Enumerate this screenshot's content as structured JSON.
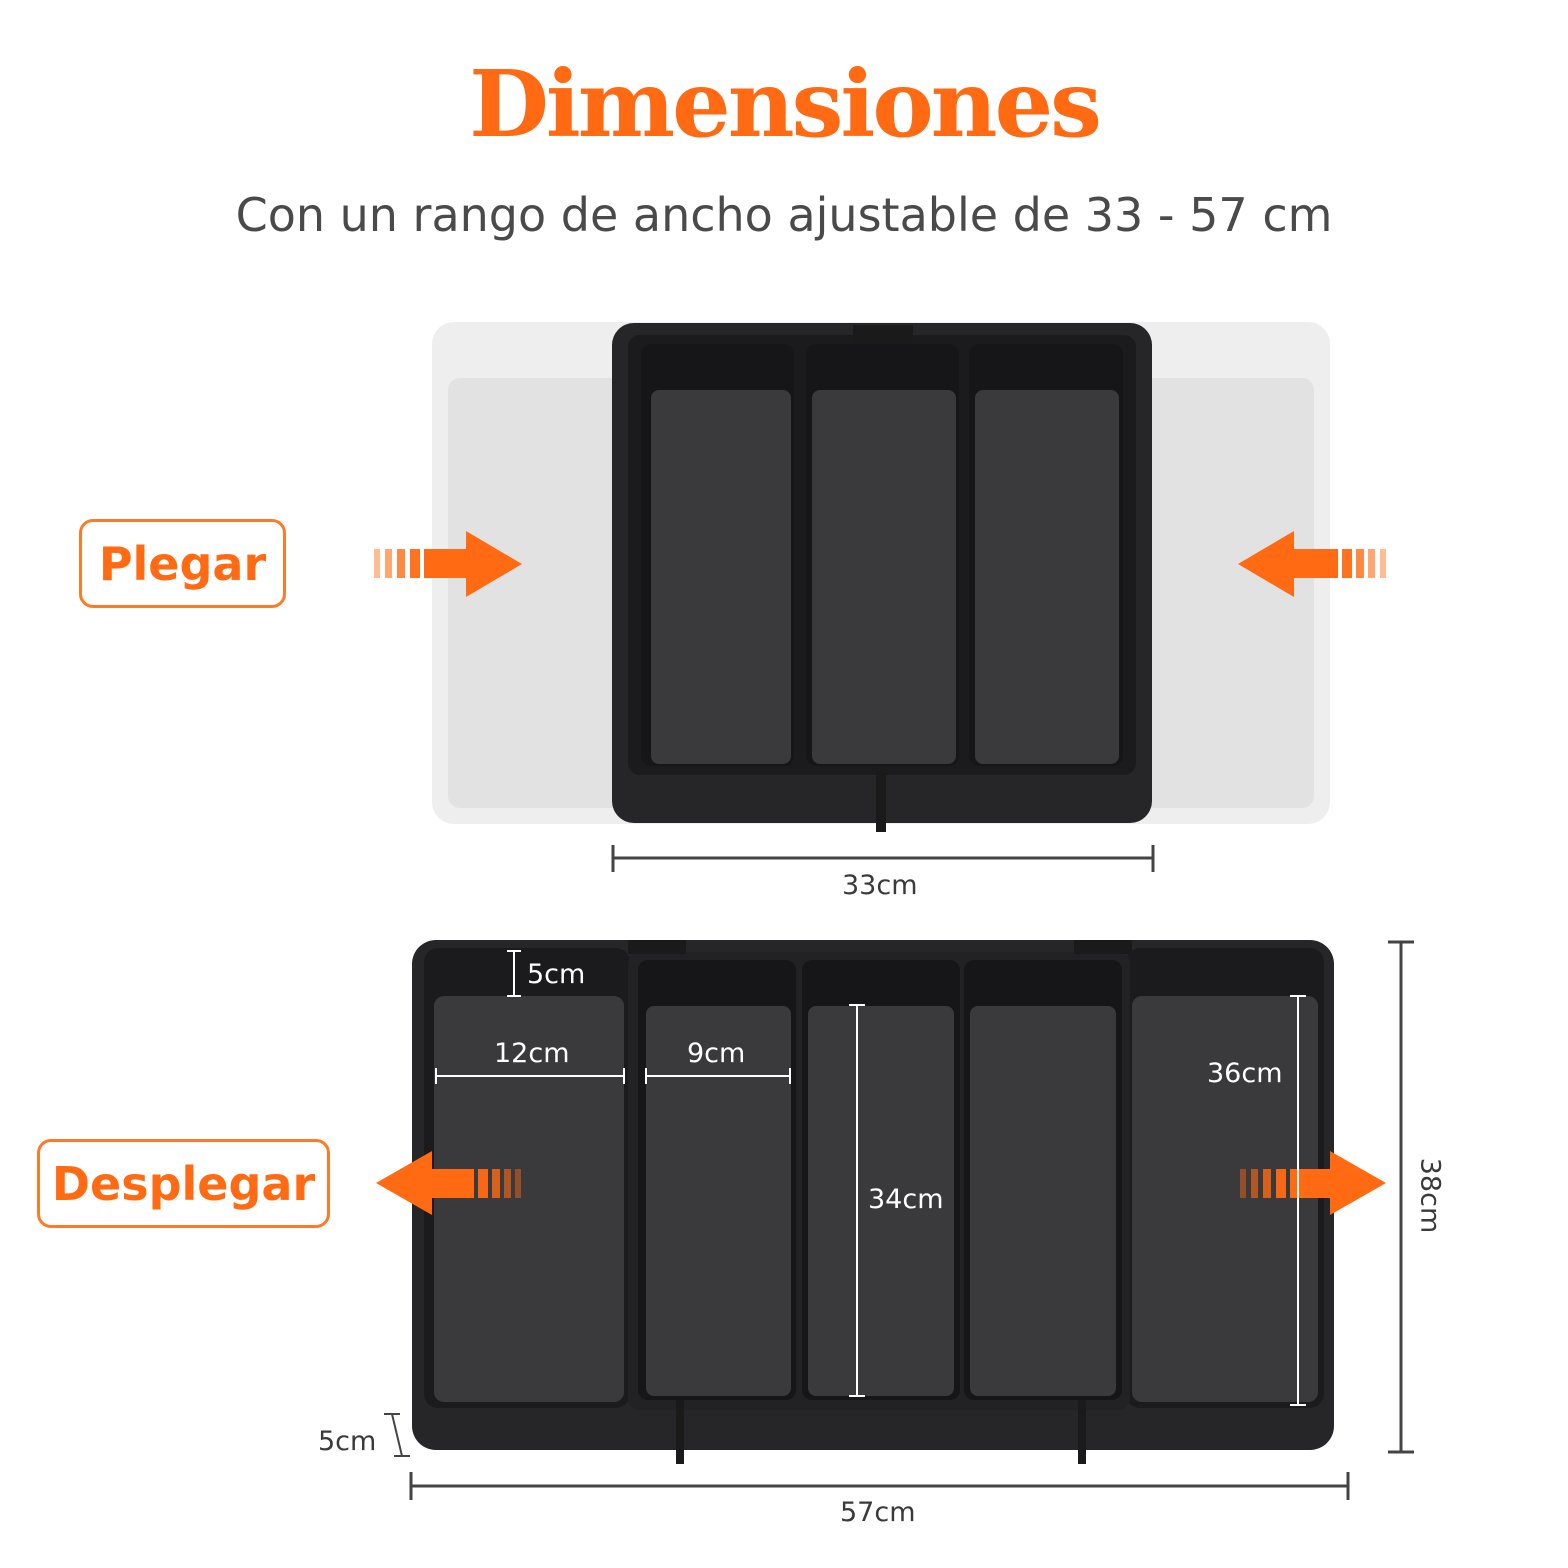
{
  "header": {
    "title": "Dimensiones",
    "subtitle": "Con un rango de ancho ajustable de 33 - 57 cm"
  },
  "labels": {
    "fold": "Plegar",
    "unfold": "Desplegar"
  },
  "dimensions": {
    "collapsed_width": "33cm",
    "expanded_width": "57cm",
    "depth": "38cm",
    "height_top": "5cm",
    "height_side": "5cm",
    "side_compartment_width": "12cm",
    "center_compartment_width": "9cm",
    "center_compartment_length": "34cm",
    "side_compartment_length": "36cm"
  },
  "colors": {
    "accent": "#ff6a13",
    "tray": "#2b2b2d",
    "tray_inner": "#3a3a3c",
    "ghost": "#e6e6e6"
  },
  "icons": [
    "arrow-right-icon",
    "arrow-left-icon"
  ]
}
